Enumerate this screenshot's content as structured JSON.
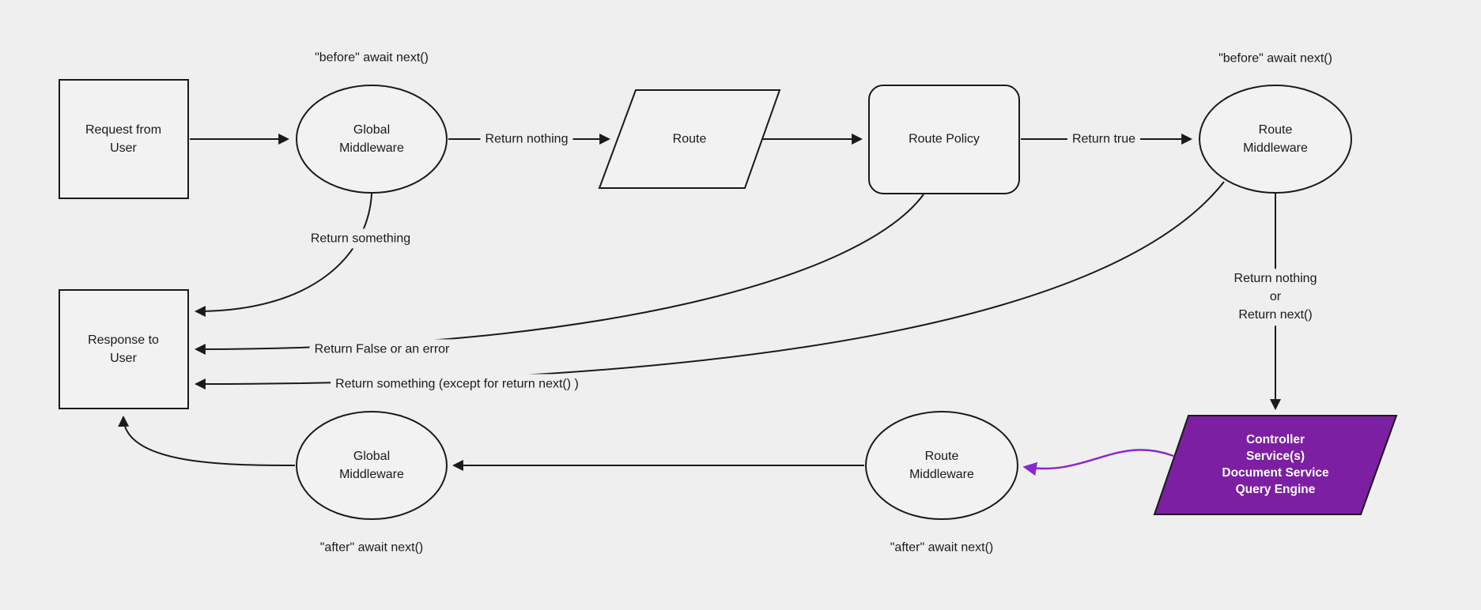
{
  "colors": {
    "background": "#efefef",
    "node_fill": "#f2f2f2",
    "stroke": "#1a1a1a",
    "text": "#1a1a1a",
    "purple_fill": "#7c1fa2",
    "purple_arrow": "#8b27ce",
    "controller_text": "#ffffff"
  },
  "nodes": {
    "request": {
      "label": "Request from\nUser"
    },
    "global_middleware_top": {
      "label": "Global\nMiddleware"
    },
    "route": {
      "label": "Route"
    },
    "route_policy": {
      "label": "Route Policy"
    },
    "route_middleware_top": {
      "label": "Route\nMiddleware"
    },
    "response": {
      "label": "Response to\nUser"
    },
    "controller": {
      "label": "Controller\nService(s)\nDocument Service\nQuery Engine"
    },
    "route_middleware_bottom": {
      "label": "Route\nMiddleware"
    },
    "global_middleware_bottom": {
      "label": "Global\nMiddleware"
    }
  },
  "edge_labels": {
    "before_global": "\"before\" await next()",
    "return_nothing": "Return nothing",
    "return_true": "Return true",
    "before_route": "\"before\" await next()",
    "return_something": "Return something",
    "return_false": "Return False or an error",
    "return_something_except": "Return something (except for return next() )",
    "return_nothing_or_next": "Return nothing\nor\nReturn next()",
    "after_route": "\"after\" await next()",
    "after_global": "\"after\" await next()"
  }
}
